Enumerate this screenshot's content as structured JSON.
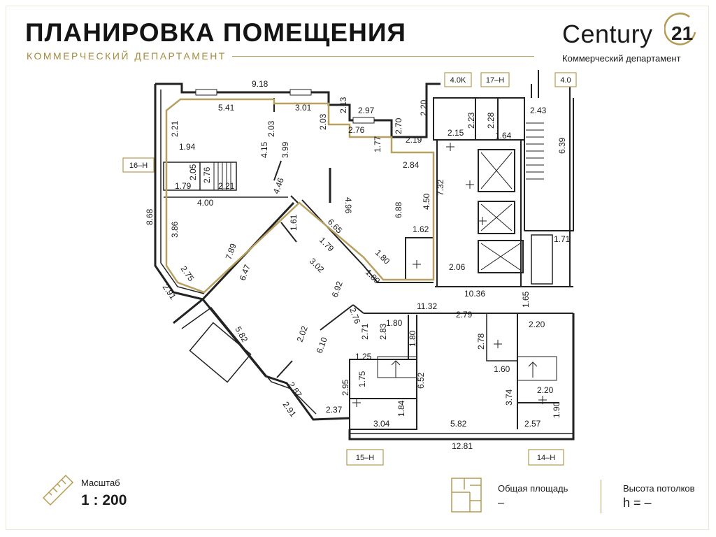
{
  "header": {
    "title": "ПЛАНИРОВКА ПОМЕЩЕНИЯ",
    "subtitle": "КОММЕРЧЕСКИЙ ДЕПАРТАМЕНТ"
  },
  "logo": {
    "brand": "Century",
    "number": "21",
    "department": "Коммерческий департамент"
  },
  "plan": {
    "tags": [
      "4.0K",
      "17–H",
      "4.0",
      "16–H",
      "15–H",
      "14–H"
    ],
    "dimensions": [
      "9.18",
      "5.41",
      "3.01",
      "2.13",
      "2.97",
      "2.03",
      "2.76",
      "2.70",
      "2.20",
      "2.19",
      "1.77",
      "2.21",
      "2.03",
      "3.99",
      "4.15",
      "1.94",
      "2.05",
      "2.76",
      "1.79",
      "2.21",
      "4.00",
      "4.46",
      "4.96",
      "2.84",
      "6.88",
      "4.50",
      "7.32",
      "2.23",
      "2.28",
      "2.15",
      "1.64",
      "2.43",
      "6.39",
      "8.68",
      "3.86",
      "1.61",
      "6.65",
      "1.79",
      "7.89",
      "6.47",
      "1.62",
      "1.80",
      "1.80",
      "2.06",
      "1.71",
      "2.75",
      "2.91",
      "3.02",
      "6.92",
      "10.36",
      "1.65",
      "11.32",
      "2.79",
      "2.76",
      "1.80",
      "2.83",
      "2.71",
      "2.78",
      "2.20",
      "5.82",
      "2.02",
      "6.10",
      "1.80",
      "1.25",
      "6.52",
      "1.60",
      "1.75",
      "2.95",
      "3.74",
      "2.20",
      "2.87",
      "2.37",
      "1.84",
      "1.90",
      "2.91",
      "3.04",
      "5.82",
      "2.57",
      "12.81"
    ]
  },
  "footer": {
    "scale_label": "Масштаб",
    "scale_value": "1 : 200",
    "area_label": "Общая площадь",
    "area_value": "–",
    "height_label": "Высота потолков",
    "height_value": "h = –"
  },
  "colors": {
    "accent_gold": "#b59a52",
    "wall": "#222222",
    "highlight": "#b8a060"
  }
}
